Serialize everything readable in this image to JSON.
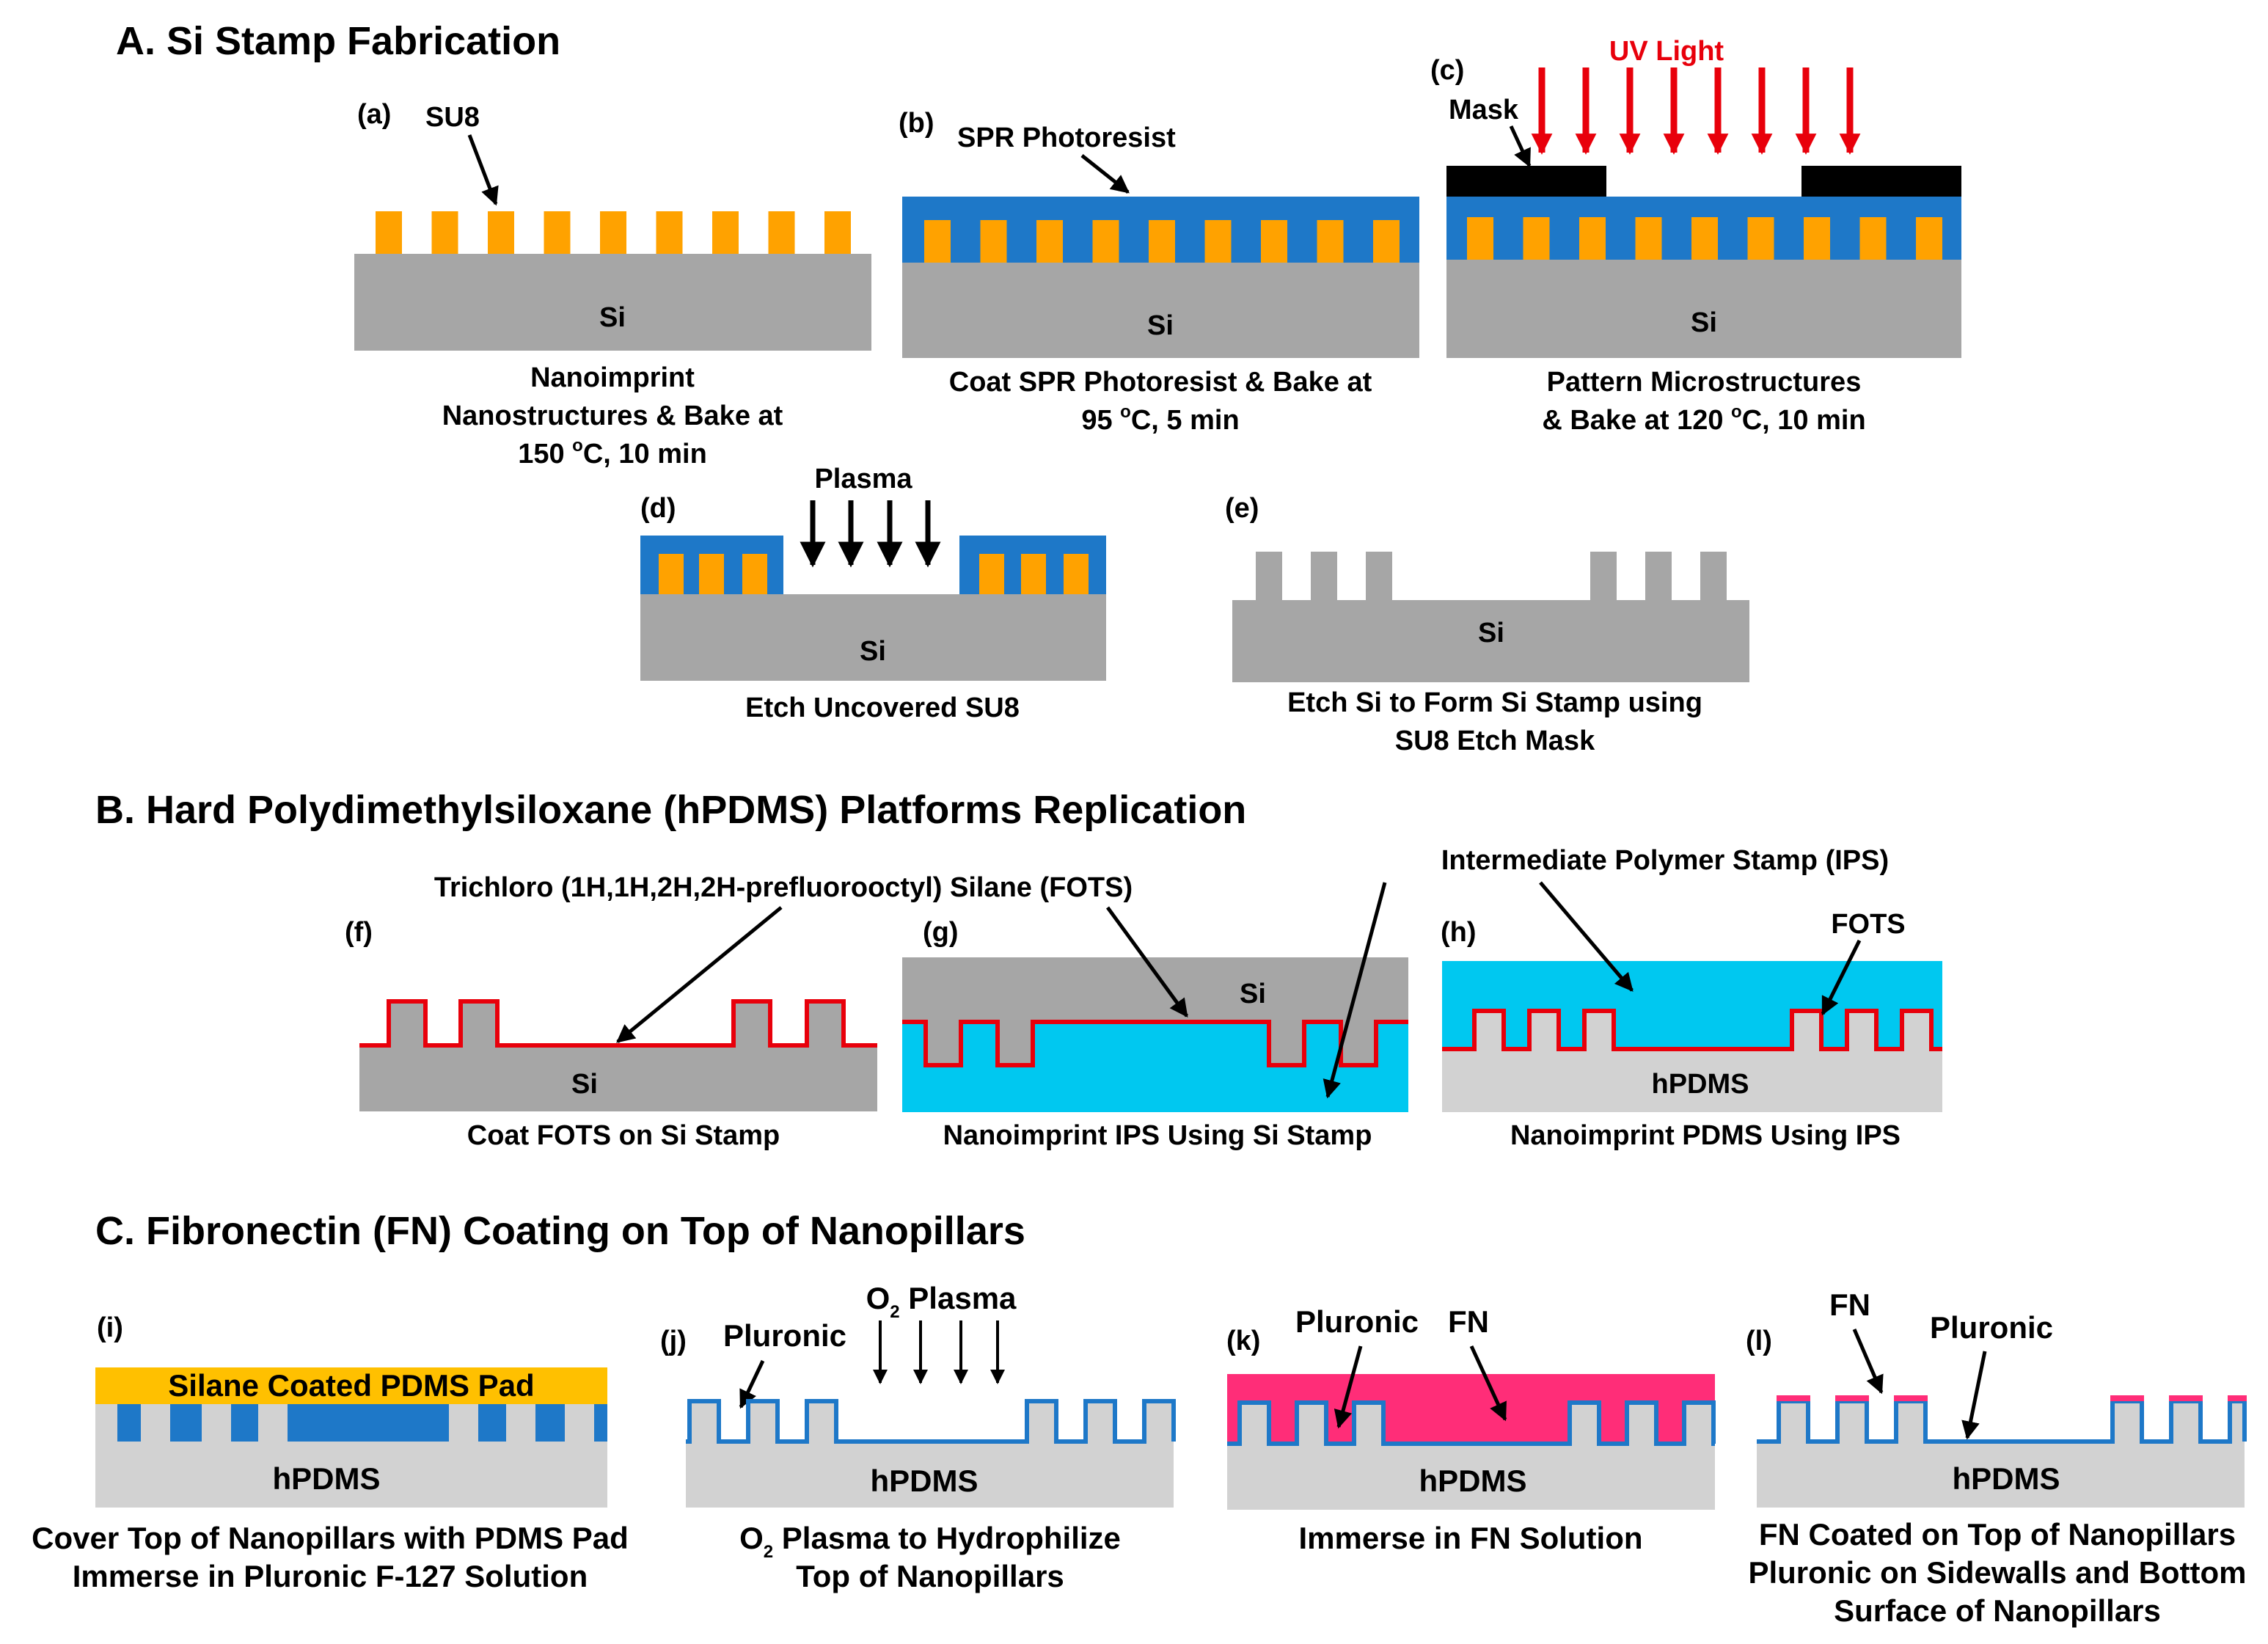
{
  "colors": {
    "si": "#a6a6a6",
    "su8": "#ffa200",
    "photoresist": "#1e78c8",
    "ips": "#00c8f0",
    "fots": "#e8000b",
    "hpdms": "#d2d2d2",
    "pad": "#ffc000",
    "fn": "#ff2d78",
    "pluronic": "#1e78c8",
    "uv": "#e8000b",
    "mask": "#000000"
  },
  "sectionA": {
    "title": "A. Si Stamp Fabrication",
    "a": {
      "tag": "(a)",
      "label": "SU8",
      "substrate": "Si",
      "caption": [
        "Nanoimprint",
        "Nanostructures & Bake at",
        "150 ",
        "C, 10 min"
      ]
    },
    "b": {
      "tag": "(b)",
      "label": "SPR Photoresist",
      "substrate": "Si",
      "caption": [
        "Coat SPR Photoresist & Bake at",
        "95 ",
        "C, 5 min"
      ]
    },
    "c": {
      "tag": "(c)",
      "uv": "UV Light",
      "mask": "Mask",
      "substrate": "Si",
      "caption": [
        "Pattern Microstructures",
        "& Bake at 120 ",
        "C, 10 min"
      ]
    },
    "d": {
      "tag": "(d)",
      "plasma": "Plasma",
      "substrate": "Si",
      "caption": "Etch Uncovered SU8"
    },
    "e": {
      "tag": "(e)",
      "substrate": "Si",
      "caption": [
        "Etch Si to Form Si Stamp using",
        "SU8 Etch Mask"
      ]
    },
    "degree": "o"
  },
  "sectionB": {
    "title": "B. Hard Polydimethylsiloxane (hPDMS) Platforms Replication",
    "fots_label": "Trichloro (1H,1H,2H,2H-prefluorooctyl) Silane (FOTS)",
    "ips_label": "Intermediate Polymer Stamp (IPS)",
    "f": {
      "tag": "(f)",
      "substrate": "Si",
      "caption": "Coat FOTS on Si Stamp"
    },
    "g": {
      "tag": "(g)",
      "substrate": "Si",
      "caption": "Nanoimprint IPS Using Si Stamp"
    },
    "h": {
      "tag": "(h)",
      "fots": "FOTS",
      "substrate": "hPDMS",
      "caption": "Nanoimprint PDMS Using IPS"
    }
  },
  "sectionC": {
    "title": "C. Fibronectin (FN) Coating on Top of Nanopillars",
    "i": {
      "tag": "(i)",
      "pad": "Silane Coated PDMS Pad",
      "substrate": "hPDMS",
      "caption": [
        "Cover Top of Nanopillars with PDMS Pad",
        "Immerse in Pluronic F-127 Solution"
      ]
    },
    "j": {
      "tag": "(j)",
      "plasma_o": "O",
      "plasma_sub": "2",
      "plasma_rest": " Plasma",
      "pluronic": "Pluronic",
      "substrate": "hPDMS",
      "caption_o": "O",
      "caption_sub": "2",
      "caption_rest": " Plasma to Hydrophilize",
      "caption2": "Top of Nanopillars"
    },
    "k": {
      "tag": "(k)",
      "pluronic": "Pluronic",
      "fn": "FN",
      "substrate": "hPDMS",
      "caption": "Immerse in FN Solution"
    },
    "l": {
      "tag": "(l)",
      "fn": "FN",
      "pluronic": "Pluronic",
      "substrate": "hPDMS",
      "caption": [
        "FN Coated on Top of Nanopillars",
        "Pluronic on Sidewalls and Bottom",
        "Surface of Nanopillars"
      ]
    }
  }
}
